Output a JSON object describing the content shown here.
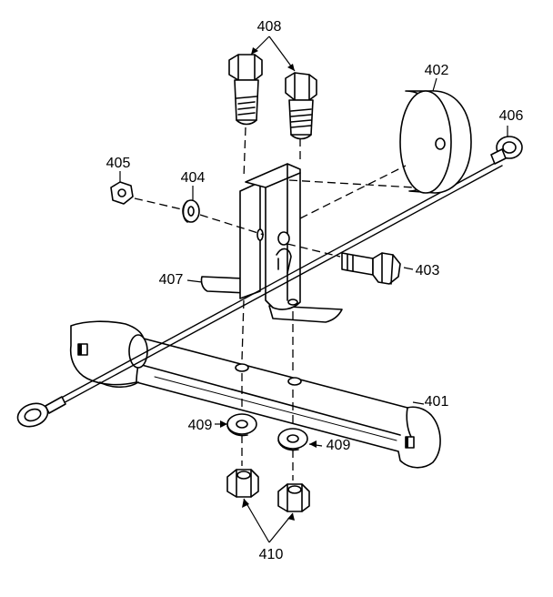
{
  "diagram": {
    "labels": {
      "p401": "401",
      "p402": "402",
      "p403": "403",
      "p404": "404",
      "p405": "405",
      "p406": "406",
      "p407": "407",
      "p408": "408",
      "p409_left": "409",
      "p409_right": "409",
      "p410": "410"
    }
  }
}
